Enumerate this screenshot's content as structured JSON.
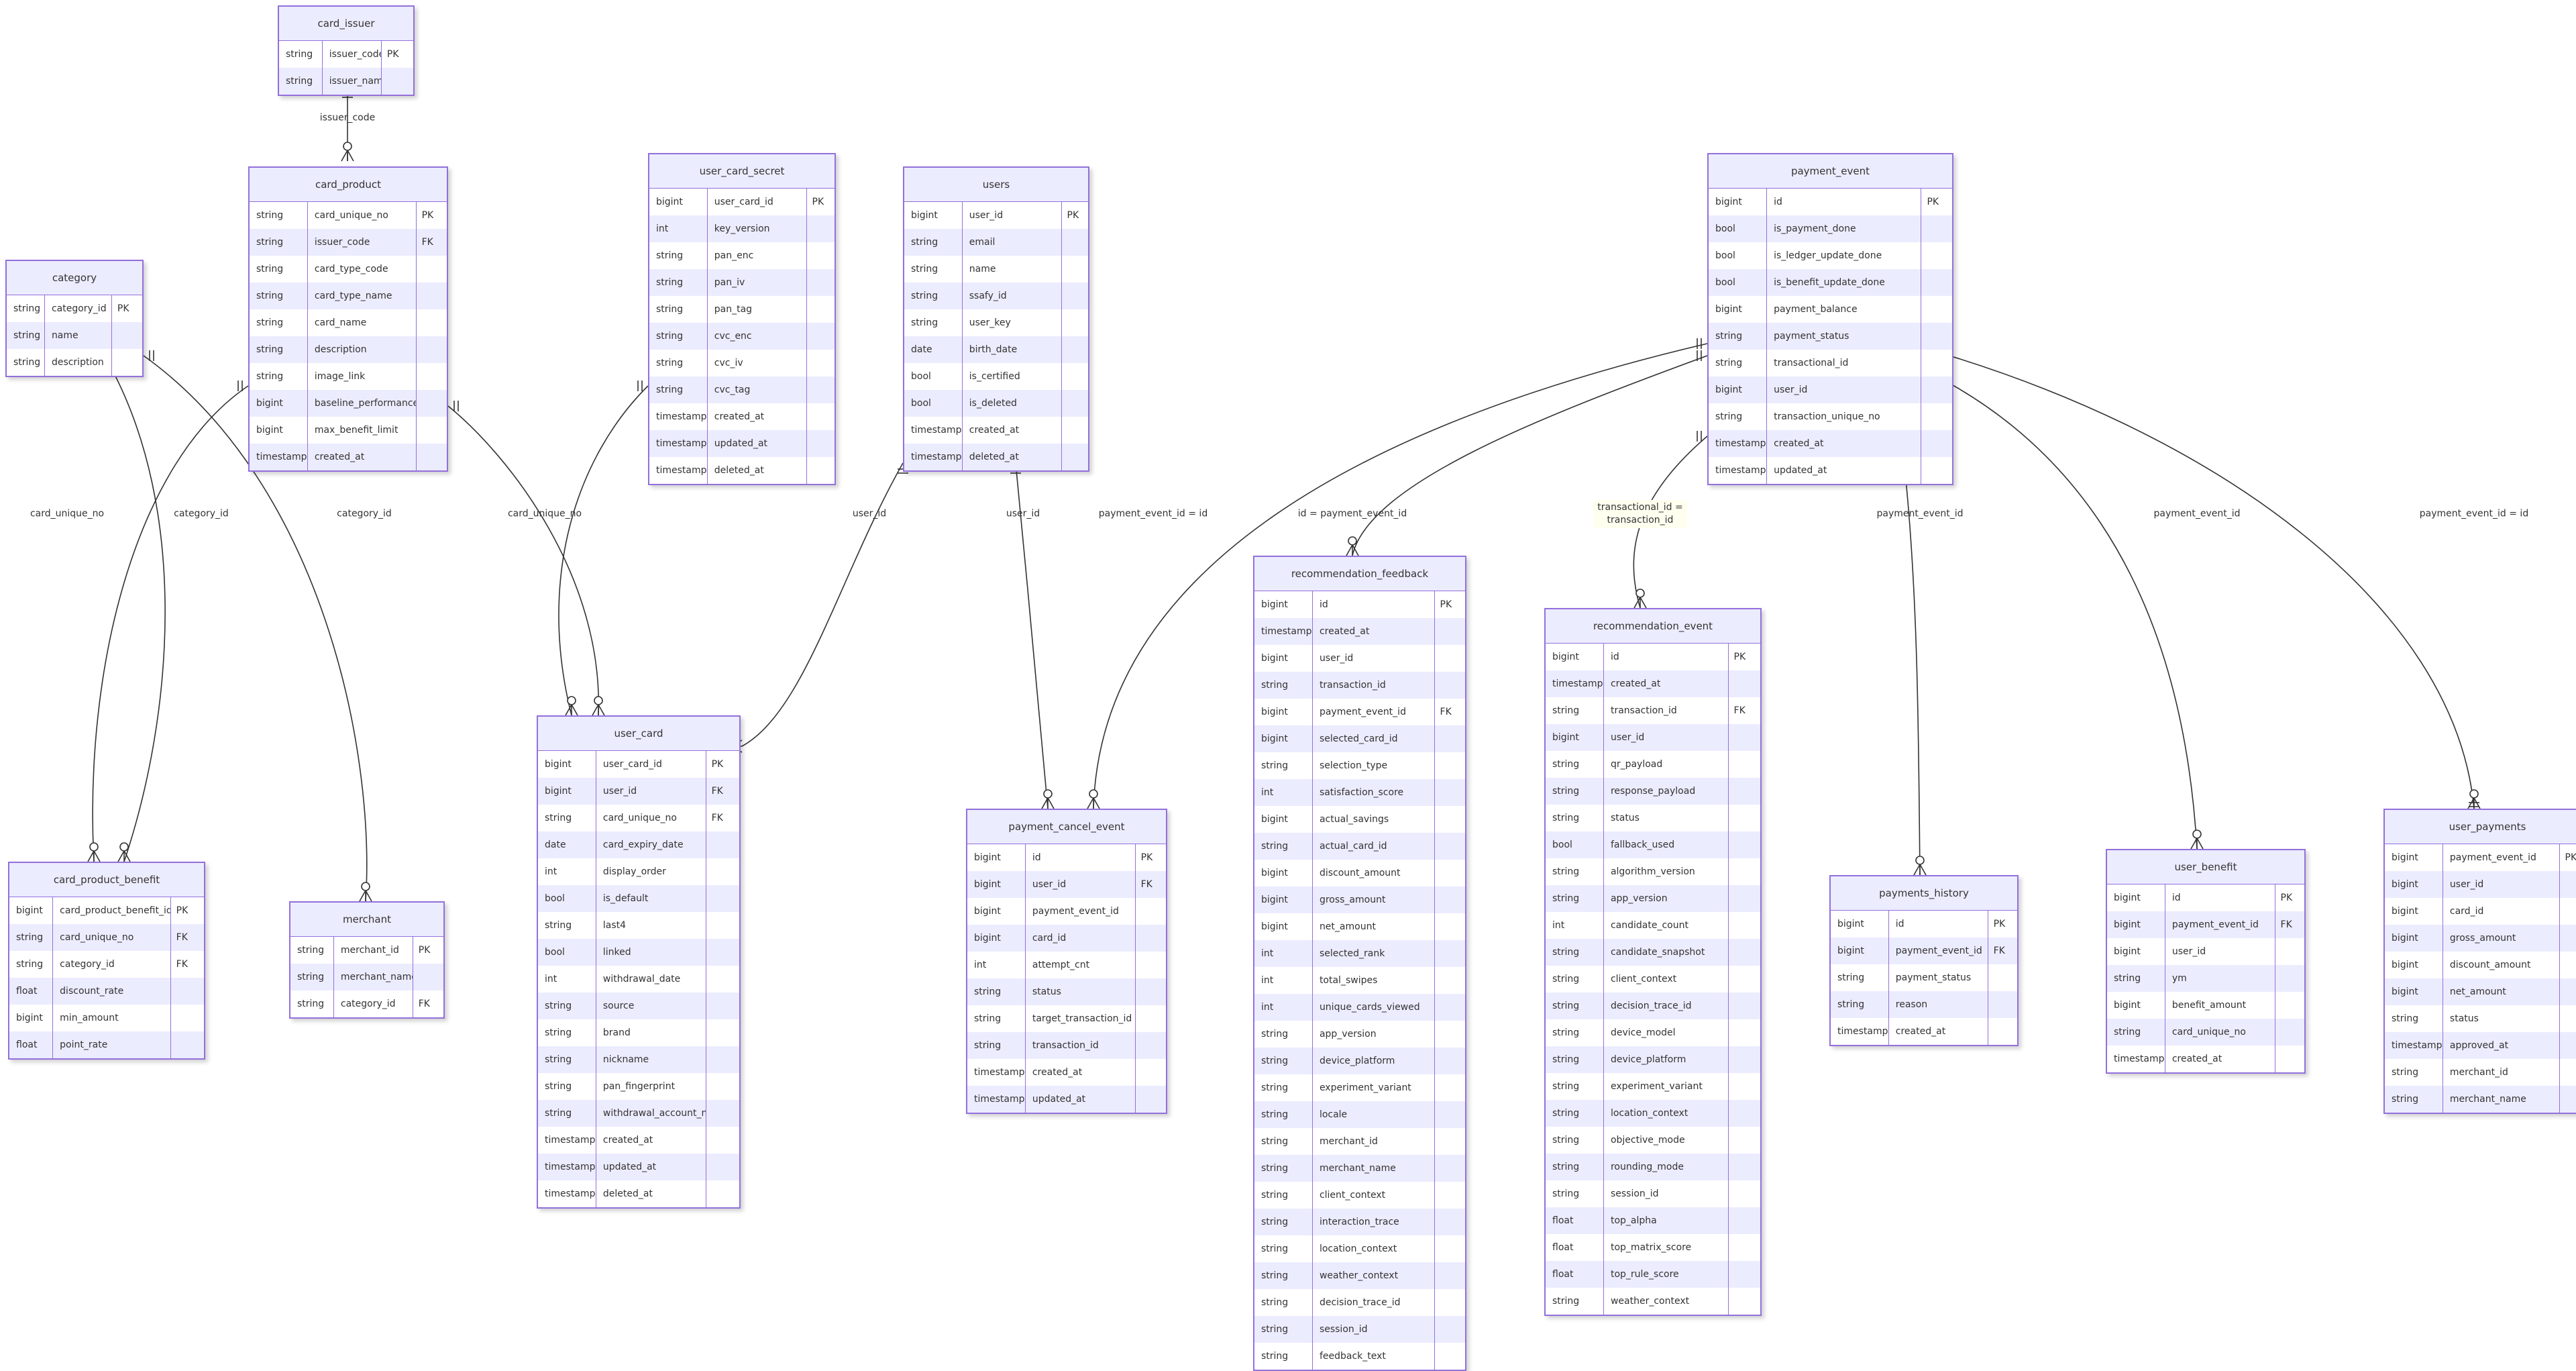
{
  "entities": [
    {
      "id": "card_issuer",
      "name": "card_issuer",
      "attributes": [
        {
          "type": "string",
          "name": "issuer_code",
          "key": "PK"
        },
        {
          "type": "string",
          "name": "issuer_name",
          "key": ""
        }
      ]
    },
    {
      "id": "card_product",
      "name": "card_product",
      "attributes": [
        {
          "type": "string",
          "name": "card_unique_no",
          "key": "PK"
        },
        {
          "type": "string",
          "name": "issuer_code",
          "key": "FK"
        },
        {
          "type": "string",
          "name": "card_type_code",
          "key": ""
        },
        {
          "type": "string",
          "name": "card_type_name",
          "key": ""
        },
        {
          "type": "string",
          "name": "card_name",
          "key": ""
        },
        {
          "type": "string",
          "name": "description",
          "key": ""
        },
        {
          "type": "string",
          "name": "image_link",
          "key": ""
        },
        {
          "type": "bigint",
          "name": "baseline_performance",
          "key": ""
        },
        {
          "type": "bigint",
          "name": "max_benefit_limit",
          "key": ""
        },
        {
          "type": "timestamp",
          "name": "created_at",
          "key": ""
        }
      ]
    },
    {
      "id": "category",
      "name": "category",
      "attributes": [
        {
          "type": "string",
          "name": "category_id",
          "key": "PK"
        },
        {
          "type": "string",
          "name": "name",
          "key": ""
        },
        {
          "type": "string",
          "name": "description",
          "key": ""
        }
      ]
    },
    {
      "id": "user_card_secret",
      "name": "user_card_secret",
      "attributes": [
        {
          "type": "bigint",
          "name": "user_card_id",
          "key": "PK"
        },
        {
          "type": "int",
          "name": "key_version",
          "key": ""
        },
        {
          "type": "string",
          "name": "pan_enc",
          "key": ""
        },
        {
          "type": "string",
          "name": "pan_iv",
          "key": ""
        },
        {
          "type": "string",
          "name": "pan_tag",
          "key": ""
        },
        {
          "type": "string",
          "name": "cvc_enc",
          "key": ""
        },
        {
          "type": "string",
          "name": "cvc_iv",
          "key": ""
        },
        {
          "type": "string",
          "name": "cvc_tag",
          "key": ""
        },
        {
          "type": "timestamp",
          "name": "created_at",
          "key": ""
        },
        {
          "type": "timestamp",
          "name": "updated_at",
          "key": ""
        },
        {
          "type": "timestamp",
          "name": "deleted_at",
          "key": ""
        }
      ]
    },
    {
      "id": "users",
      "name": "users",
      "attributes": [
        {
          "type": "bigint",
          "name": "user_id",
          "key": "PK"
        },
        {
          "type": "string",
          "name": "email",
          "key": ""
        },
        {
          "type": "string",
          "name": "name",
          "key": ""
        },
        {
          "type": "string",
          "name": "ssafy_id",
          "key": ""
        },
        {
          "type": "string",
          "name": "user_key",
          "key": ""
        },
        {
          "type": "date",
          "name": "birth_date",
          "key": ""
        },
        {
          "type": "bool",
          "name": "is_certified",
          "key": ""
        },
        {
          "type": "bool",
          "name": "is_deleted",
          "key": ""
        },
        {
          "type": "timestamp",
          "name": "created_at",
          "key": ""
        },
        {
          "type": "timestamp",
          "name": "deleted_at",
          "key": ""
        }
      ]
    },
    {
      "id": "payment_event",
      "name": "payment_event",
      "attributes": [
        {
          "type": "bigint",
          "name": "id",
          "key": "PK"
        },
        {
          "type": "bool",
          "name": "is_payment_done",
          "key": ""
        },
        {
          "type": "bool",
          "name": "is_ledger_update_done",
          "key": ""
        },
        {
          "type": "bool",
          "name": "is_benefit_update_done",
          "key": ""
        },
        {
          "type": "bigint",
          "name": "payment_balance",
          "key": ""
        },
        {
          "type": "string",
          "name": "payment_status",
          "key": ""
        },
        {
          "type": "string",
          "name": "transactional_id",
          "key": ""
        },
        {
          "type": "bigint",
          "name": "user_id",
          "key": ""
        },
        {
          "type": "string",
          "name": "transaction_unique_no",
          "key": ""
        },
        {
          "type": "timestamp",
          "name": "created_at",
          "key": ""
        },
        {
          "type": "timestamp",
          "name": "updated_at",
          "key": ""
        }
      ]
    },
    {
      "id": "recommendation_feedback",
      "name": "recommendation_feedback",
      "attributes": [
        {
          "type": "bigint",
          "name": "id",
          "key": "PK"
        },
        {
          "type": "timestamp",
          "name": "created_at",
          "key": ""
        },
        {
          "type": "bigint",
          "name": "user_id",
          "key": ""
        },
        {
          "type": "string",
          "name": "transaction_id",
          "key": ""
        },
        {
          "type": "bigint",
          "name": "payment_event_id",
          "key": "FK"
        },
        {
          "type": "bigint",
          "name": "selected_card_id",
          "key": ""
        },
        {
          "type": "string",
          "name": "selection_type",
          "key": ""
        },
        {
          "type": "int",
          "name": "satisfaction_score",
          "key": ""
        },
        {
          "type": "bigint",
          "name": "actual_savings",
          "key": ""
        },
        {
          "type": "string",
          "name": "actual_card_id",
          "key": ""
        },
        {
          "type": "bigint",
          "name": "discount_amount",
          "key": ""
        },
        {
          "type": "bigint",
          "name": "gross_amount",
          "key": ""
        },
        {
          "type": "bigint",
          "name": "net_amount",
          "key": ""
        },
        {
          "type": "int",
          "name": "selected_rank",
          "key": ""
        },
        {
          "type": "int",
          "name": "total_swipes",
          "key": ""
        },
        {
          "type": "int",
          "name": "unique_cards_viewed",
          "key": ""
        },
        {
          "type": "string",
          "name": "app_version",
          "key": ""
        },
        {
          "type": "string",
          "name": "device_platform",
          "key": ""
        },
        {
          "type": "string",
          "name": "experiment_variant",
          "key": ""
        },
        {
          "type": "string",
          "name": "locale",
          "key": ""
        },
        {
          "type": "string",
          "name": "merchant_id",
          "key": ""
        },
        {
          "type": "string",
          "name": "merchant_name",
          "key": ""
        },
        {
          "type": "string",
          "name": "client_context",
          "key": ""
        },
        {
          "type": "string",
          "name": "interaction_trace",
          "key": ""
        },
        {
          "type": "string",
          "name": "location_context",
          "key": ""
        },
        {
          "type": "string",
          "name": "weather_context",
          "key": ""
        },
        {
          "type": "string",
          "name": "decision_trace_id",
          "key": ""
        },
        {
          "type": "string",
          "name": "session_id",
          "key": ""
        },
        {
          "type": "string",
          "name": "feedback_text",
          "key": ""
        }
      ]
    },
    {
      "id": "recommendation_event",
      "name": "recommendation_event",
      "attributes": [
        {
          "type": "bigint",
          "name": "id",
          "key": "PK"
        },
        {
          "type": "timestamp",
          "name": "created_at",
          "key": ""
        },
        {
          "type": "string",
          "name": "transaction_id",
          "key": "FK"
        },
        {
          "type": "bigint",
          "name": "user_id",
          "key": ""
        },
        {
          "type": "string",
          "name": "qr_payload",
          "key": ""
        },
        {
          "type": "string",
          "name": "response_payload",
          "key": ""
        },
        {
          "type": "string",
          "name": "status",
          "key": ""
        },
        {
          "type": "bool",
          "name": "fallback_used",
          "key": ""
        },
        {
          "type": "string",
          "name": "algorithm_version",
          "key": ""
        },
        {
          "type": "string",
          "name": "app_version",
          "key": ""
        },
        {
          "type": "int",
          "name": "candidate_count",
          "key": ""
        },
        {
          "type": "string",
          "name": "candidate_snapshot",
          "key": ""
        },
        {
          "type": "string",
          "name": "client_context",
          "key": ""
        },
        {
          "type": "string",
          "name": "decision_trace_id",
          "key": ""
        },
        {
          "type": "string",
          "name": "device_model",
          "key": ""
        },
        {
          "type": "string",
          "name": "device_platform",
          "key": ""
        },
        {
          "type": "string",
          "name": "experiment_variant",
          "key": ""
        },
        {
          "type": "string",
          "name": "location_context",
          "key": ""
        },
        {
          "type": "string",
          "name": "objective_mode",
          "key": ""
        },
        {
          "type": "string",
          "name": "rounding_mode",
          "key": ""
        },
        {
          "type": "string",
          "name": "session_id",
          "key": ""
        },
        {
          "type": "float",
          "name": "top_alpha",
          "key": ""
        },
        {
          "type": "float",
          "name": "top_matrix_score",
          "key": ""
        },
        {
          "type": "float",
          "name": "top_rule_score",
          "key": ""
        },
        {
          "type": "string",
          "name": "weather_context",
          "key": ""
        }
      ]
    },
    {
      "id": "user_card",
      "name": "user_card",
      "attributes": [
        {
          "type": "bigint",
          "name": "user_card_id",
          "key": "PK"
        },
        {
          "type": "bigint",
          "name": "user_id",
          "key": "FK"
        },
        {
          "type": "string",
          "name": "card_unique_no",
          "key": "FK"
        },
        {
          "type": "date",
          "name": "card_expiry_date",
          "key": ""
        },
        {
          "type": "int",
          "name": "display_order",
          "key": ""
        },
        {
          "type": "bool",
          "name": "is_default",
          "key": ""
        },
        {
          "type": "string",
          "name": "last4",
          "key": ""
        },
        {
          "type": "bool",
          "name": "linked",
          "key": ""
        },
        {
          "type": "int",
          "name": "withdrawal_date",
          "key": ""
        },
        {
          "type": "string",
          "name": "source",
          "key": ""
        },
        {
          "type": "string",
          "name": "brand",
          "key": ""
        },
        {
          "type": "string",
          "name": "nickname",
          "key": ""
        },
        {
          "type": "string",
          "name": "pan_fingerprint",
          "key": ""
        },
        {
          "type": "string",
          "name": "withdrawal_account_no",
          "key": ""
        },
        {
          "type": "timestamp",
          "name": "created_at",
          "key": ""
        },
        {
          "type": "timestamp",
          "name": "updated_at",
          "key": ""
        },
        {
          "type": "timestamp",
          "name": "deleted_at",
          "key": ""
        }
      ]
    },
    {
      "id": "payment_cancel_event",
      "name": "payment_cancel_event",
      "attributes": [
        {
          "type": "bigint",
          "name": "id",
          "key": "PK"
        },
        {
          "type": "bigint",
          "name": "user_id",
          "key": "FK"
        },
        {
          "type": "bigint",
          "name": "payment_event_id",
          "key": ""
        },
        {
          "type": "bigint",
          "name": "card_id",
          "key": ""
        },
        {
          "type": "int",
          "name": "attempt_cnt",
          "key": ""
        },
        {
          "type": "string",
          "name": "status",
          "key": ""
        },
        {
          "type": "string",
          "name": "target_transaction_id",
          "key": ""
        },
        {
          "type": "string",
          "name": "transaction_id",
          "key": ""
        },
        {
          "type": "timestamp",
          "name": "created_at",
          "key": ""
        },
        {
          "type": "timestamp",
          "name": "updated_at",
          "key": ""
        }
      ]
    },
    {
      "id": "card_product_benefit",
      "name": "card_product_benefit",
      "attributes": [
        {
          "type": "bigint",
          "name": "card_product_benefit_id",
          "key": "PK"
        },
        {
          "type": "string",
          "name": "card_unique_no",
          "key": "FK"
        },
        {
          "type": "string",
          "name": "category_id",
          "key": "FK"
        },
        {
          "type": "float",
          "name": "discount_rate",
          "key": ""
        },
        {
          "type": "bigint",
          "name": "min_amount",
          "key": ""
        },
        {
          "type": "float",
          "name": "point_rate",
          "key": ""
        }
      ]
    },
    {
      "id": "merchant",
      "name": "merchant",
      "attributes": [
        {
          "type": "string",
          "name": "merchant_id",
          "key": "PK"
        },
        {
          "type": "string",
          "name": "merchant_name",
          "key": ""
        },
        {
          "type": "string",
          "name": "category_id",
          "key": "FK"
        }
      ]
    },
    {
      "id": "payments_history",
      "name": "payments_history",
      "attributes": [
        {
          "type": "bigint",
          "name": "id",
          "key": "PK"
        },
        {
          "type": "bigint",
          "name": "payment_event_id",
          "key": "FK"
        },
        {
          "type": "string",
          "name": "payment_status",
          "key": ""
        },
        {
          "type": "string",
          "name": "reason",
          "key": ""
        },
        {
          "type": "timestamp",
          "name": "created_at",
          "key": ""
        }
      ]
    },
    {
      "id": "user_benefit",
      "name": "user_benefit",
      "attributes": [
        {
          "type": "bigint",
          "name": "id",
          "key": "PK"
        },
        {
          "type": "bigint",
          "name": "payment_event_id",
          "key": "FK"
        },
        {
          "type": "bigint",
          "name": "user_id",
          "key": ""
        },
        {
          "type": "string",
          "name": "ym",
          "key": ""
        },
        {
          "type": "bigint",
          "name": "benefit_amount",
          "key": ""
        },
        {
          "type": "string",
          "name": "card_unique_no",
          "key": ""
        },
        {
          "type": "timestamp",
          "name": "created_at",
          "key": ""
        }
      ]
    },
    {
      "id": "user_payments",
      "name": "user_payments",
      "attributes": [
        {
          "type": "bigint",
          "name": "payment_event_id",
          "key": "PK"
        },
        {
          "type": "bigint",
          "name": "user_id",
          "key": ""
        },
        {
          "type": "bigint",
          "name": "card_id",
          "key": ""
        },
        {
          "type": "bigint",
          "name": "gross_amount",
          "key": ""
        },
        {
          "type": "bigint",
          "name": "discount_amount",
          "key": ""
        },
        {
          "type": "bigint",
          "name": "net_amount",
          "key": ""
        },
        {
          "type": "string",
          "name": "status",
          "key": ""
        },
        {
          "type": "timestamp",
          "name": "approved_at",
          "key": ""
        },
        {
          "type": "string",
          "name": "merchant_id",
          "key": ""
        },
        {
          "type": "string",
          "name": "merchant_name",
          "key": ""
        }
      ]
    }
  ],
  "relationships": [
    {
      "from": "card_issuer",
      "to": "card_product",
      "label": "issuer_code"
    },
    {
      "from": "card_product",
      "to": "card_product_benefit",
      "label": "card_unique_no"
    },
    {
      "from": "category",
      "to": "card_product_benefit",
      "label": "category_id"
    },
    {
      "from": "category",
      "to": "merchant",
      "label": "category_id"
    },
    {
      "from": "card_product",
      "to": "user_card",
      "label": "card_unique_no"
    },
    {
      "from": "user_card_secret",
      "to": "user_card",
      "label": ""
    },
    {
      "from": "users",
      "to": "user_card",
      "label": "user_id"
    },
    {
      "from": "users",
      "to": "payment_cancel_event",
      "label": "user_id"
    },
    {
      "from": "payment_event",
      "to": "payment_cancel_event",
      "label": "payment_event_id = id"
    },
    {
      "from": "payment_event",
      "to": "recommendation_feedback",
      "label": "id = payment_event_id"
    },
    {
      "from": "payment_event",
      "to": "recommendation_event",
      "label": "transactional_id =\ntransaction_id"
    },
    {
      "from": "payment_event",
      "to": "payments_history",
      "label": "payment_event_id"
    },
    {
      "from": "payment_event",
      "to": "user_benefit",
      "label": "payment_event_id"
    },
    {
      "from": "payment_event",
      "to": "user_payments",
      "label": "payment_event_id = id"
    }
  ]
}
